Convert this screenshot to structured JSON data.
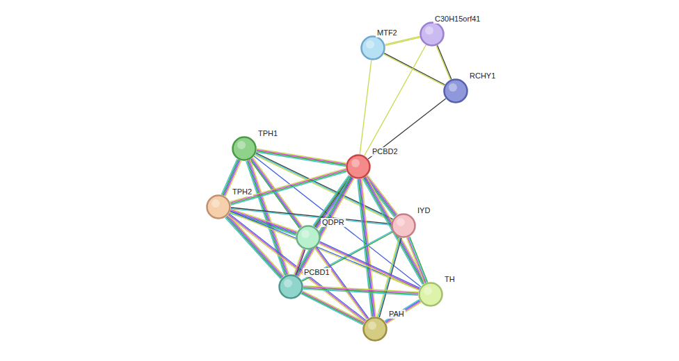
{
  "diagram": {
    "nodes": [
      {
        "text": [
          "C30H15orf41"
        ]
      },
      {
        "text": [
          "MTF2"
        ]
      },
      {
        "text": [
          "RCHY1"
        ]
      },
      {
        "text": [
          "TPH1"
        ]
      },
      {
        "text": [
          "PCBD2"
        ]
      },
      {
        "text": [
          "TPH2"
        ]
      },
      {
        "text": [
          "IYD"
        ]
      },
      {
        "text": [
          "QDPR"
        ]
      },
      {
        "text": [
          "PCBD1"
        ]
      },
      {
        "text": [
          "TH"
        ]
      },
      {
        "text": [
          "PAH"
        ]
      }
    ],
    "edges": [
      {
        "from": 1,
        "to": 0,
        "arrow": "none"
      },
      {
        "from": 1,
        "to": 2,
        "arrow": "none"
      },
      {
        "from": 0,
        "to": 2,
        "arrow": "none"
      },
      {
        "from": 1,
        "to": 4,
        "arrow": "none"
      },
      {
        "from": 0,
        "to": 4,
        "arrow": "none"
      },
      {
        "from": 2,
        "to": 4,
        "arrow": "none"
      },
      {
        "from": 3,
        "to": 5,
        "arrow": "none"
      },
      {
        "from": 3,
        "to": 4,
        "arrow": "none"
      },
      {
        "from": 3,
        "to": 7,
        "arrow": "none"
      },
      {
        "from": 3,
        "to": 8,
        "arrow": "none"
      },
      {
        "from": 3,
        "to": 6,
        "arrow": "none"
      },
      {
        "from": 3,
        "to": 9,
        "arrow": "none"
      },
      {
        "from": 5,
        "to": 4,
        "arrow": "none"
      },
      {
        "from": 5,
        "to": 7,
        "arrow": "none"
      },
      {
        "from": 5,
        "to": 8,
        "arrow": "none"
      },
      {
        "from": 5,
        "to": 6,
        "arrow": "none"
      },
      {
        "from": 5,
        "to": 9,
        "arrow": "none"
      },
      {
        "from": 5,
        "to": 10,
        "arrow": "none"
      },
      {
        "from": 4,
        "to": 7,
        "arrow": "none"
      },
      {
        "from": 4,
        "to": 8,
        "arrow": "none"
      },
      {
        "from": 4,
        "to": 6,
        "arrow": "none"
      },
      {
        "from": 4,
        "to": 9,
        "arrow": "none"
      },
      {
        "from": 4,
        "to": 10,
        "arrow": "none"
      },
      {
        "from": 6,
        "to": 8,
        "arrow": "none"
      },
      {
        "from": 6,
        "to": 9,
        "arrow": "none"
      },
      {
        "from": 6,
        "to": 10,
        "arrow": "none"
      },
      {
        "from": 7,
        "to": 8,
        "arrow": "none"
      },
      {
        "from": 7,
        "to": 9,
        "arrow": "none"
      },
      {
        "from": 7,
        "to": 10,
        "arrow": "none"
      },
      {
        "from": 8,
        "to": 9,
        "arrow": "none"
      },
      {
        "from": 8,
        "to": 10,
        "arrow": "none"
      },
      {
        "from": 9,
        "to": 10,
        "arrow": "none"
      }
    ]
  }
}
